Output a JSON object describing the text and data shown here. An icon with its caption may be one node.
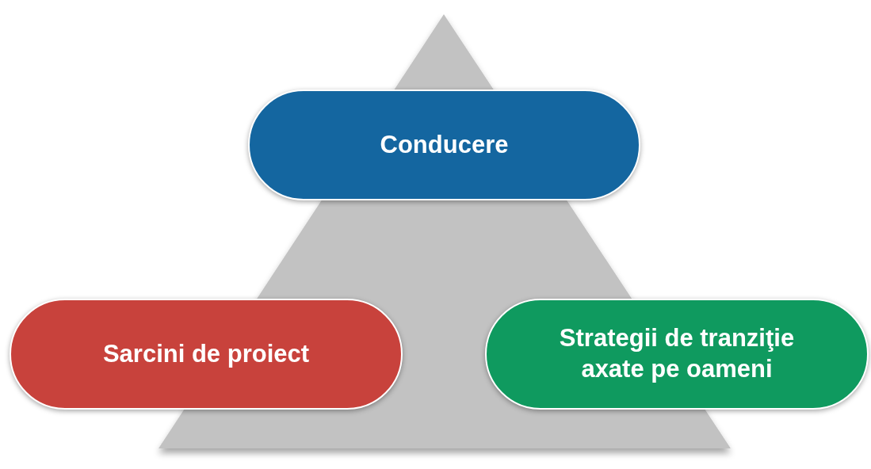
{
  "diagram": {
    "nodes": [
      {
        "text": [
          "Conducere"
        ]
      },
      {
        "text": [
          "Sarcini de proiect"
        ]
      },
      {
        "text": [
          "Strategii de tranziţie axate pe oameni"
        ]
      }
    ]
  }
}
